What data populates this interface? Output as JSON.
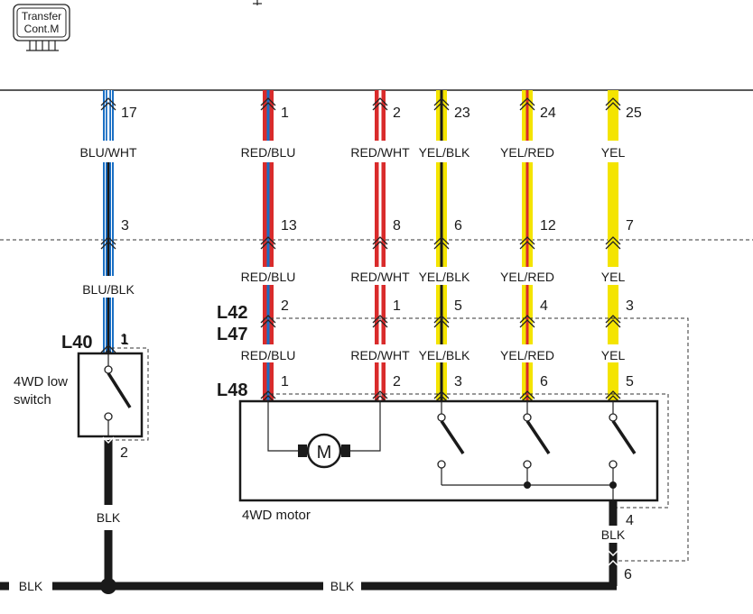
{
  "module": {
    "line1": "Transfer",
    "line2": "Cont.M"
  },
  "connectors": {
    "l40": "L40",
    "l42": "L42",
    "l47": "L47",
    "l48": "L48"
  },
  "switch": {
    "line1": "4WD low",
    "line2": "switch",
    "pin_top": "1",
    "pin_bottom": "2"
  },
  "motor": {
    "label": "4WD motor",
    "symbol": "M"
  },
  "colors": {
    "blue": "#1a6fc4",
    "red": "#d92b2b",
    "yellow": "#f4e400",
    "black": "#1a1a1a",
    "white": "#ffffff",
    "dash": "#333333"
  },
  "wires": [
    {
      "id": "w1",
      "pins": [
        "17",
        "3",
        "1"
      ],
      "labels": [
        "BLU/WHT",
        "BLU/BLK"
      ],
      "base": "blue",
      "stripes": [
        "white",
        "black"
      ]
    },
    {
      "id": "w2",
      "pins": [
        "1",
        "13",
        "2",
        "1"
      ],
      "labels": [
        "RED/BLU",
        "RED/BLU",
        "RED/BLU"
      ],
      "base": "red",
      "stripes": [
        "blue",
        "blue",
        "blue"
      ]
    },
    {
      "id": "w3",
      "pins": [
        "2",
        "8",
        "1",
        "2"
      ],
      "labels": [
        "RED/WHT",
        "RED/WHT",
        "RED/WHT"
      ],
      "base": "red",
      "stripes": [
        "white",
        "white",
        "white"
      ]
    },
    {
      "id": "w4",
      "pins": [
        "23",
        "6",
        "5",
        "3"
      ],
      "labels": [
        "YEL/BLK",
        "YEL/BLK",
        "YEL/BLK"
      ],
      "base": "yellow",
      "stripes": [
        "black",
        "black",
        "black"
      ]
    },
    {
      "id": "w5",
      "pins": [
        "24",
        "12",
        "4",
        "6"
      ],
      "labels": [
        "YEL/RED",
        "YEL/RED",
        "YEL/RED"
      ],
      "base": "yellow",
      "stripes": [
        "red",
        "red",
        "red"
      ]
    },
    {
      "id": "w6",
      "pins": [
        "25",
        "7",
        "3",
        "5"
      ],
      "labels": [
        "YEL",
        "YEL",
        "YEL"
      ],
      "base": "yellow",
      "stripes": [
        null,
        null,
        null
      ]
    }
  ],
  "ground": {
    "switch_label": "BLK",
    "motor_label": "BLK",
    "motor_pin_a": "4",
    "motor_pin_b": "6",
    "bus_left_label": "BLK",
    "bus_mid_label": "BLK"
  }
}
